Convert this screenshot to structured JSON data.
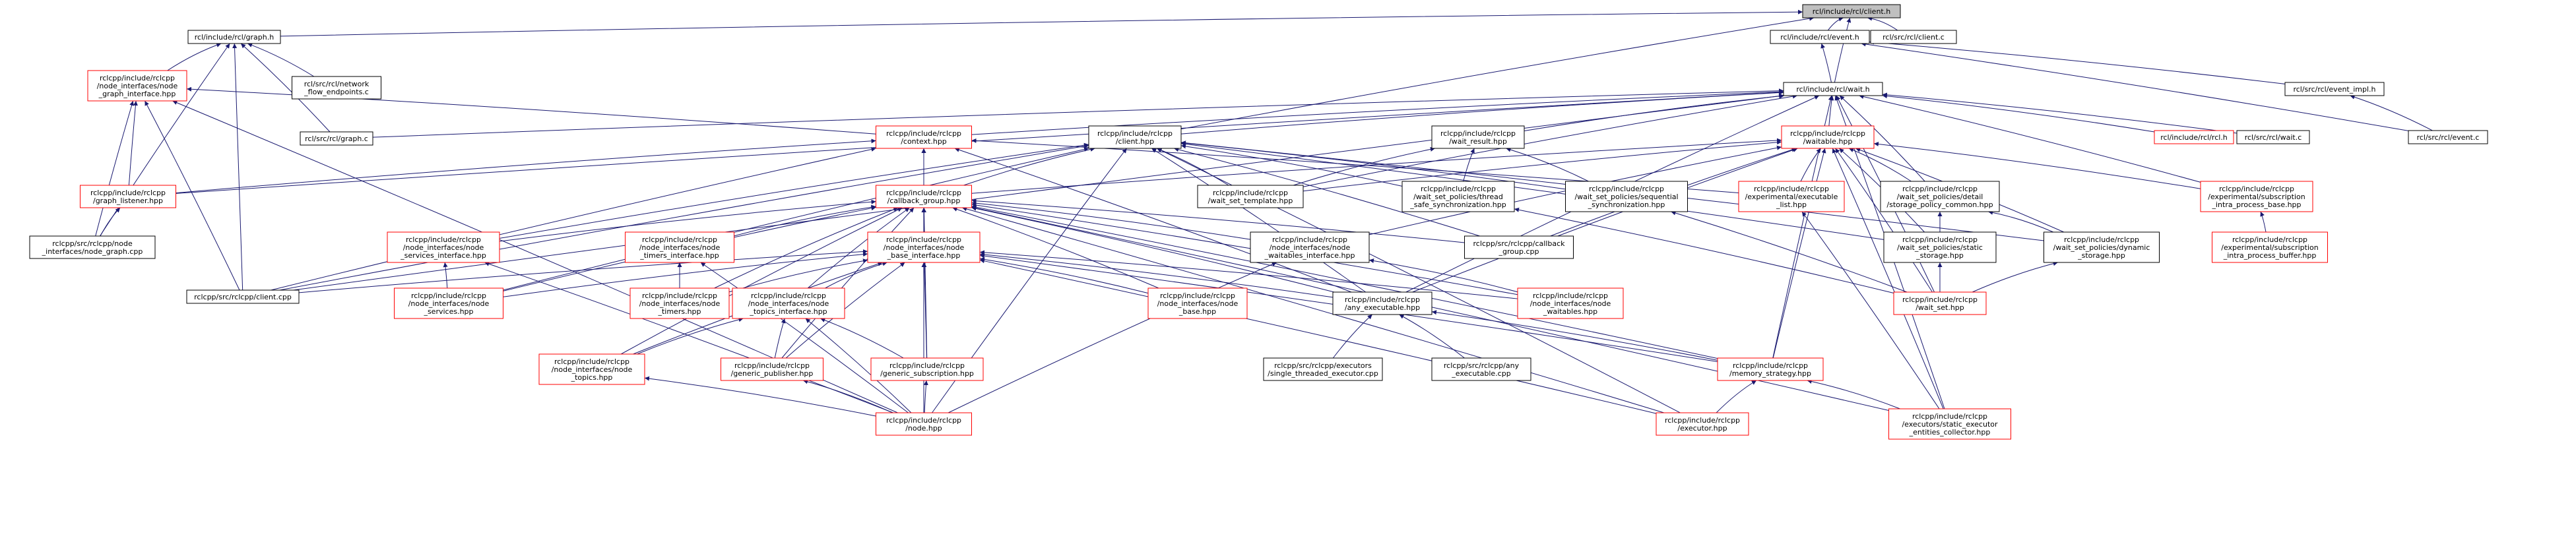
{
  "colors": {
    "background": "#ffffff",
    "root_fill": "#bfbfbf",
    "node_fill": "#ffffff",
    "node_border": "#000000",
    "missing_border": "#ff0000",
    "edge": "#191970"
  },
  "graph_type": "include dependency graph",
  "nodes": {
    "n_root": {
      "lines": [
        "rcl/include/rcl/client.h"
      ],
      "kind": "root"
    },
    "n_graph_h": {
      "lines": [
        "rcl/include/rcl/graph.h"
      ],
      "kind": "normal"
    },
    "n_event_h": {
      "lines": [
        "rcl/include/rcl/event.h"
      ],
      "kind": "normal"
    },
    "n_client_c": {
      "lines": [
        "rcl/src/rcl/client.c"
      ],
      "kind": "normal"
    },
    "n_node_graph_if": {
      "lines": [
        "rclcpp/include/rclcpp",
        "/node_interfaces/node",
        "_graph_interface.hpp"
      ],
      "kind": "missing"
    },
    "n_network_flow": {
      "lines": [
        "rcl/src/rcl/network",
        "_flow_endpoints.c"
      ],
      "kind": "normal"
    },
    "n_wait_h": {
      "lines": [
        "rcl/include/rcl/wait.h"
      ],
      "kind": "normal"
    },
    "n_event_impl_h": {
      "lines": [
        "rcl/src/rcl/event_impl.h"
      ],
      "kind": "normal"
    },
    "n_graph_c": {
      "lines": [
        "rcl/src/rcl/graph.c"
      ],
      "kind": "normal"
    },
    "n_context_hpp": {
      "lines": [
        "rclcpp/include/rclcpp",
        "/context.hpp"
      ],
      "kind": "missing"
    },
    "n_client_hpp": {
      "lines": [
        "rclcpp/include/rclcpp",
        "/client.hpp"
      ],
      "kind": "normal"
    },
    "n_wait_result": {
      "lines": [
        "rclcpp/include/rclcpp",
        "/wait_result.hpp"
      ],
      "kind": "normal"
    },
    "n_waitable": {
      "lines": [
        "rclcpp/include/rclcpp",
        "/waitable.hpp"
      ],
      "kind": "missing"
    },
    "n_rcl_h": {
      "lines": [
        "rcl/include/rcl/rcl.h"
      ],
      "kind": "missing"
    },
    "n_wait_c": {
      "lines": [
        "rcl/src/rcl/wait.c"
      ],
      "kind": "normal"
    },
    "n_event_c": {
      "lines": [
        "rcl/src/rcl/event.c"
      ],
      "kind": "normal"
    },
    "n_graph_listener": {
      "lines": [
        "rclcpp/include/rclcpp",
        "/graph_listener.hpp"
      ],
      "kind": "missing"
    },
    "n_callback_group": {
      "lines": [
        "rclcpp/include/rclcpp",
        "/callback_group.hpp"
      ],
      "kind": "missing"
    },
    "n_wait_set_template": {
      "lines": [
        "rclcpp/include/rclcpp",
        "/wait_set_template.hpp"
      ],
      "kind": "normal"
    },
    "n_thread_safe": {
      "lines": [
        "rclcpp/include/rclcpp",
        "/wait_set_policies/thread",
        "_safe_synchronization.hpp"
      ],
      "kind": "normal"
    },
    "n_sequential": {
      "lines": [
        "rclcpp/include/rclcpp",
        "/wait_set_policies/sequential",
        "_synchronization.hpp"
      ],
      "kind": "normal"
    },
    "n_exp_executable_list": {
      "lines": [
        "rclcpp/include/rclcpp",
        "/experimental/executable",
        "_list.hpp"
      ],
      "kind": "missing"
    },
    "n_storage_policy_common": {
      "lines": [
        "rclcpp/include/rclcpp",
        "/wait_set_policies/detail",
        "/storage_policy_common.hpp"
      ],
      "kind": "normal"
    },
    "n_sub_ip_base": {
      "lines": [
        "rclcpp/include/rclcpp",
        "/experimental/subscription",
        "_intra_process_base.hpp"
      ],
      "kind": "missing"
    },
    "n_sub_ip_buffer": {
      "lines": [
        "rclcpp/include/rclcpp",
        "/experimental/subscription",
        "_intra_process_buffer.hpp"
      ],
      "kind": "missing"
    },
    "n_node_graph_cpp": {
      "lines": [
        "rclcpp/src/rclcpp/node",
        "_interfaces/node_graph.cpp"
      ],
      "kind": "normal"
    },
    "n_node_services_if": {
      "lines": [
        "rclcpp/include/rclcpp",
        "/node_interfaces/node",
        "_services_interface.hpp"
      ],
      "kind": "missing"
    },
    "n_node_timers_if": {
      "lines": [
        "rclcpp/include/rclcpp",
        "/node_interfaces/node",
        "_timers_interface.hpp"
      ],
      "kind": "missing"
    },
    "n_node_base_if": {
      "lines": [
        "rclcpp/include/rclcpp",
        "/node_interfaces/node",
        "_base_interface.hpp"
      ],
      "kind": "missing"
    },
    "n_node_waitables_if": {
      "lines": [
        "rclcpp/include/rclcpp",
        "/node_interfaces/node",
        "_waitables_interface.hpp"
      ],
      "kind": "normal"
    },
    "n_callback_group_cpp": {
      "lines": [
        "rclcpp/src/rclcpp/callback",
        "_group.cpp"
      ],
      "kind": "normal"
    },
    "n_static_storage": {
      "lines": [
        "rclcpp/include/rclcpp",
        "/wait_set_policies/static",
        "_storage.hpp"
      ],
      "kind": "normal"
    },
    "n_dynamic_storage": {
      "lines": [
        "rclcpp/include/rclcpp",
        "/wait_set_policies/dynamic",
        "_storage.hpp"
      ],
      "kind": "normal"
    },
    "n_client_cpp": {
      "lines": [
        "rclcpp/src/rclcpp/client.cpp"
      ],
      "kind": "normal"
    },
    "n_node_services_hpp": {
      "lines": [
        "rclcpp/include/rclcpp",
        "/node_interfaces/node",
        "_services.hpp"
      ],
      "kind": "missing"
    },
    "n_node_timers_hpp": {
      "lines": [
        "rclcpp/include/rclcpp",
        "/node_interfaces/node",
        "_timers.hpp"
      ],
      "kind": "missing"
    },
    "n_node_topics_if": {
      "lines": [
        "rclcpp/include/rclcpp",
        "/node_interfaces/node",
        "_topics_interface.hpp"
      ],
      "kind": "missing"
    },
    "n_node_base_hpp": {
      "lines": [
        "rclcpp/include/rclcpp",
        "/node_interfaces/node",
        "_base.hpp"
      ],
      "kind": "missing"
    },
    "n_any_executable": {
      "lines": [
        "rclcpp/include/rclcpp",
        "/any_executable.hpp"
      ],
      "kind": "normal"
    },
    "n_node_waitables_hpp": {
      "lines": [
        "rclcpp/include/rclcpp",
        "/node_interfaces/node",
        "_waitables.hpp"
      ],
      "kind": "missing"
    },
    "n_wait_set_hpp": {
      "lines": [
        "rclcpp/include/rclcpp",
        "/wait_set.hpp"
      ],
      "kind": "missing"
    },
    "n_node_topics_hpp": {
      "lines": [
        "rclcpp/include/rclcpp",
        "/node_interfaces/node",
        "_topics.hpp"
      ],
      "kind": "missing"
    },
    "n_generic_publisher": {
      "lines": [
        "rclcpp/include/rclcpp",
        "/generic_publisher.hpp"
      ],
      "kind": "missing"
    },
    "n_generic_subscription": {
      "lines": [
        "rclcpp/include/rclcpp",
        "/generic_subscription.hpp"
      ],
      "kind": "missing"
    },
    "n_single_threaded": {
      "lines": [
        "rclcpp/src/rclcpp/executors",
        "/single_threaded_executor.cpp"
      ],
      "kind": "normal"
    },
    "n_any_executable_cpp": {
      "lines": [
        "rclcpp/src/rclcpp/any",
        "_executable.cpp"
      ],
      "kind": "normal"
    },
    "n_memory_strategy": {
      "lines": [
        "rclcpp/include/rclcpp",
        "/memory_strategy.hpp"
      ],
      "kind": "missing"
    },
    "n_node_hpp": {
      "lines": [
        "rclcpp/include/rclcpp",
        "/node.hpp"
      ],
      "kind": "missing"
    },
    "n_executor_hpp": {
      "lines": [
        "rclcpp/include/rclcpp",
        "/executor.hpp"
      ],
      "kind": "missing"
    },
    "n_static_executor": {
      "lines": [
        "rclcpp/include/rclcpp",
        "/executors/static_executor",
        "_entities_collector.hpp"
      ],
      "kind": "missing"
    }
  },
  "edges": [
    [
      "n_root",
      "n_graph_h"
    ],
    [
      "n_root",
      "n_event_h"
    ],
    [
      "n_root",
      "n_client_c"
    ],
    [
      "n_root",
      "n_wait_h"
    ],
    [
      "n_root",
      "n_client_hpp"
    ],
    [
      "n_graph_h",
      "n_node_graph_if"
    ],
    [
      "n_graph_h",
      "n_network_flow"
    ],
    [
      "n_graph_h",
      "n_graph_c"
    ],
    [
      "n_graph_h",
      "n_client_cpp"
    ],
    [
      "n_graph_h",
      "n_node_graph_cpp"
    ],
    [
      "n_event_h",
      "n_wait_h"
    ],
    [
      "n_event_h",
      "n_event_impl_h"
    ],
    [
      "n_event_h",
      "n_event_c"
    ],
    [
      "n_event_impl_h",
      "n_event_c"
    ],
    [
      "n_node_graph_if",
      "n_graph_listener"
    ],
    [
      "n_node_graph_if",
      "n_node_graph_cpp"
    ],
    [
      "n_node_graph_if",
      "n_client_cpp"
    ],
    [
      "n_node_graph_if",
      "n_node_hpp"
    ],
    [
      "n_node_graph_if",
      "n_context_hpp"
    ],
    [
      "n_wait_h",
      "n_graph_c"
    ],
    [
      "n_wait_h",
      "n_context_hpp"
    ],
    [
      "n_wait_h",
      "n_client_hpp"
    ],
    [
      "n_wait_h",
      "n_wait_result"
    ],
    [
      "n_wait_h",
      "n_waitable"
    ],
    [
      "n_wait_h",
      "n_rcl_h"
    ],
    [
      "n_wait_h",
      "n_wait_c"
    ],
    [
      "n_wait_h",
      "n_graph_listener"
    ],
    [
      "n_wait_h",
      "n_client_cpp"
    ],
    [
      "n_wait_h",
      "n_wait_set_template"
    ],
    [
      "n_wait_h",
      "n_storage_policy_common"
    ],
    [
      "n_wait_h",
      "n_sub_ip_base"
    ],
    [
      "n_wait_h",
      "n_memory_strategy"
    ],
    [
      "n_wait_h",
      "n_static_executor"
    ],
    [
      "n_wait_h",
      "n_any_executable"
    ],
    [
      "n_wait_h",
      "n_wait_set_hpp"
    ],
    [
      "n_context_hpp",
      "n_graph_listener"
    ],
    [
      "n_context_hpp",
      "n_callback_group"
    ],
    [
      "n_context_hpp",
      "n_node_base_if"
    ],
    [
      "n_context_hpp",
      "n_client_cpp"
    ],
    [
      "n_context_hpp",
      "n_any_executable"
    ],
    [
      "n_context_hpp",
      "n_exp_executable_list"
    ],
    [
      "n_client_hpp",
      "n_callback_group"
    ],
    [
      "n_client_hpp",
      "n_wait_set_template"
    ],
    [
      "n_client_hpp",
      "n_thread_safe"
    ],
    [
      "n_client_hpp",
      "n_sequential"
    ],
    [
      "n_client_hpp",
      "n_node_services_if"
    ],
    [
      "n_client_hpp",
      "n_client_cpp"
    ],
    [
      "n_client_hpp",
      "n_any_executable"
    ],
    [
      "n_client_hpp",
      "n_node_services_hpp"
    ],
    [
      "n_client_hpp",
      "n_node_hpp"
    ],
    [
      "n_client_hpp",
      "n_static_storage"
    ],
    [
      "n_client_hpp",
      "n_dynamic_storage"
    ],
    [
      "n_client_hpp",
      "n_executor_hpp"
    ],
    [
      "n_client_hpp",
      "n_callback_group_cpp"
    ],
    [
      "n_wait_result",
      "n_wait_set_template"
    ],
    [
      "n_wait_result",
      "n_thread_safe"
    ],
    [
      "n_wait_result",
      "n_sequential"
    ],
    [
      "n_waitable",
      "n_callback_group"
    ],
    [
      "n_waitable",
      "n_wait_set_template"
    ],
    [
      "n_waitable",
      "n_exp_executable_list"
    ],
    [
      "n_waitable",
      "n_storage_policy_common"
    ],
    [
      "n_waitable",
      "n_sub_ip_base"
    ],
    [
      "n_waitable",
      "n_node_waitables_if"
    ],
    [
      "n_waitable",
      "n_static_storage"
    ],
    [
      "n_waitable",
      "n_dynamic_storage"
    ],
    [
      "n_waitable",
      "n_memory_strategy"
    ],
    [
      "n_waitable",
      "n_static_executor"
    ],
    [
      "n_waitable",
      "n_callback_group_cpp"
    ],
    [
      "n_waitable",
      "n_wait_set_hpp"
    ],
    [
      "n_waitable",
      "n_any_executable"
    ],
    [
      "n_sub_ip_base",
      "n_sub_ip_buffer"
    ],
    [
      "n_storage_policy_common",
      "n_static_storage"
    ],
    [
      "n_storage_policy_common",
      "n_dynamic_storage"
    ],
    [
      "n_thread_safe",
      "n_wait_set_hpp"
    ],
    [
      "n_sequential",
      "n_wait_set_hpp"
    ],
    [
      "n_static_storage",
      "n_wait_set_hpp"
    ],
    [
      "n_dynamic_storage",
      "n_wait_set_hpp"
    ],
    [
      "n_exp_executable_list",
      "n_static_executor"
    ],
    [
      "n_graph_listener",
      "n_node_graph_cpp"
    ],
    [
      "n_callback_group",
      "n_node_services_if"
    ],
    [
      "n_callback_group",
      "n_node_timers_if"
    ],
    [
      "n_callback_group",
      "n_node_base_if"
    ],
    [
      "n_callback_group",
      "n_node_waitables_if"
    ],
    [
      "n_callback_group",
      "n_callback_group_cpp"
    ],
    [
      "n_callback_group",
      "n_any_executable"
    ],
    [
      "n_callback_group",
      "n_node_topics_if"
    ],
    [
      "n_callback_group",
      "n_node_services_hpp"
    ],
    [
      "n_callback_group",
      "n_node_timers_hpp"
    ],
    [
      "n_callback_group",
      "n_node_base_hpp"
    ],
    [
      "n_callback_group",
      "n_node_waitables_hpp"
    ],
    [
      "n_callback_group",
      "n_node_topics_hpp"
    ],
    [
      "n_callback_group",
      "n_generic_publisher"
    ],
    [
      "n_callback_group",
      "n_generic_subscription"
    ],
    [
      "n_callback_group",
      "n_memory_strategy"
    ],
    [
      "n_callback_group",
      "n_node_hpp"
    ],
    [
      "n_callback_group",
      "n_executor_hpp"
    ],
    [
      "n_callback_group",
      "n_static_executor"
    ],
    [
      "n_node_services_if",
      "n_node_services_hpp"
    ],
    [
      "n_node_services_if",
      "n_node_hpp"
    ],
    [
      "n_node_timers_if",
      "n_node_timers_hpp"
    ],
    [
      "n_node_timers_if",
      "n_node_hpp"
    ],
    [
      "n_node_base_if",
      "n_client_cpp"
    ],
    [
      "n_node_base_if",
      "n_node_services_hpp"
    ],
    [
      "n_node_base_if",
      "n_node_timers_hpp"
    ],
    [
      "n_node_base_if",
      "n_node_topics_if"
    ],
    [
      "n_node_base_if",
      "n_node_base_hpp"
    ],
    [
      "n_node_base_if",
      "n_any_executable"
    ],
    [
      "n_node_base_if",
      "n_node_waitables_hpp"
    ],
    [
      "n_node_base_if",
      "n_node_topics_hpp"
    ],
    [
      "n_node_base_if",
      "n_generic_publisher"
    ],
    [
      "n_node_base_if",
      "n_generic_subscription"
    ],
    [
      "n_node_base_if",
      "n_memory_strategy"
    ],
    [
      "n_node_base_if",
      "n_node_hpp"
    ],
    [
      "n_node_base_if",
      "n_executor_hpp"
    ],
    [
      "n_node_waitables_if",
      "n_node_waitables_hpp"
    ],
    [
      "n_node_waitables_if",
      "n_node_hpp"
    ],
    [
      "n_node_topics_if",
      "n_node_topics_hpp"
    ],
    [
      "n_node_topics_if",
      "n_generic_publisher"
    ],
    [
      "n_node_topics_if",
      "n_generic_subscription"
    ],
    [
      "n_node_topics_if",
      "n_node_hpp"
    ],
    [
      "n_any_executable",
      "n_single_threaded"
    ],
    [
      "n_any_executable",
      "n_any_executable_cpp"
    ],
    [
      "n_any_executable",
      "n_memory_strategy"
    ],
    [
      "n_generic_publisher",
      "n_node_hpp"
    ],
    [
      "n_generic_subscription",
      "n_node_hpp"
    ],
    [
      "n_memory_strategy",
      "n_executor_hpp"
    ],
    [
      "n_memory_strategy",
      "n_static_executor"
    ],
    [
      "n_node_topics_hpp",
      "n_node_hpp"
    ]
  ]
}
